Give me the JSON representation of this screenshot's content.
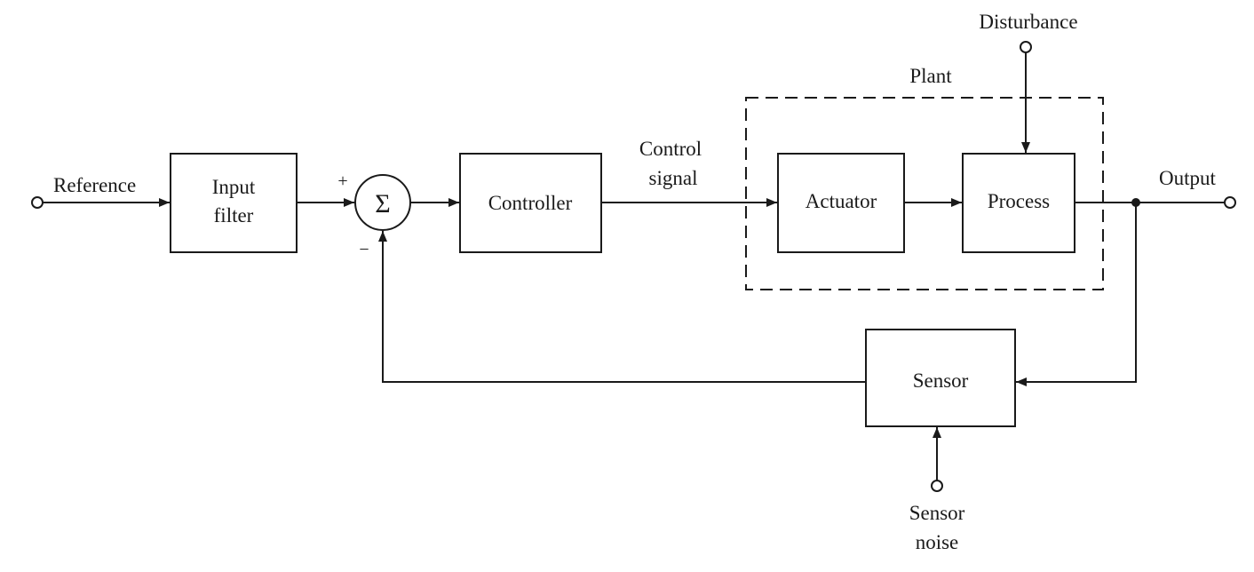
{
  "blocks": {
    "input_filter": [
      "Input",
      "filter"
    ],
    "controller": "Controller",
    "actuator": "Actuator",
    "process": "Process",
    "sensor": "Sensor"
  },
  "summing_junction": {
    "symbol": "Σ",
    "plus": "+",
    "minus": "−"
  },
  "group": {
    "plant": "Plant"
  },
  "signals": {
    "reference": "Reference",
    "control_signal": [
      "Control",
      "signal"
    ],
    "output": "Output",
    "disturbance": "Disturbance",
    "sensor_noise": [
      "Sensor",
      "noise"
    ]
  }
}
